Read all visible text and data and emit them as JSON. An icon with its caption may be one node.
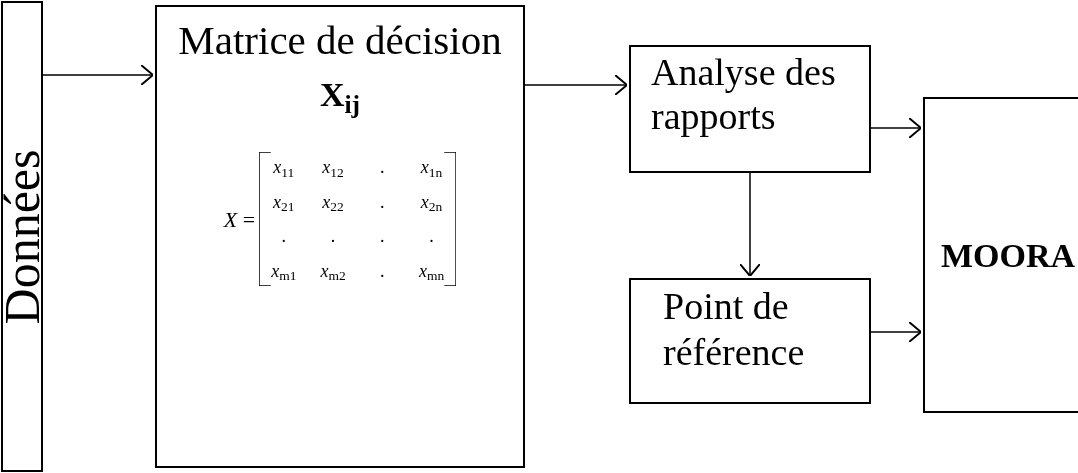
{
  "diagram": {
    "nodes": [
      {
        "text": [
          "Données"
        ]
      },
      {
        "text": [
          "Matrice de décision",
          "X$_{ij}$"
        ]
      },
      {
        "text": [
          "Analyse des rapports"
        ]
      },
      {
        "text": [
          "Point de référence"
        ]
      },
      {
        "text": [
          "MOORA"
        ]
      }
    ],
    "edges": [
      {
        "from": 0,
        "to": 1,
        "arrow": "to"
      },
      {
        "from": 1,
        "to": 2,
        "arrow": "to"
      },
      {
        "from": 2,
        "to": 3,
        "arrow": "to"
      },
      {
        "from": 2,
        "to": 4,
        "arrow": "to"
      },
      {
        "from": 3,
        "to": 4,
        "arrow": "to"
      }
    ],
    "labels": [
      "*X* =",
      "*x*$_{11}$",
      "*x*$_{12}$",
      ".",
      "*x*$_{1n}$",
      "*x*$_{21}$",
      "*x*$_{22}$",
      ".",
      "*x*$_{2n}$",
      ".",
      ".",
      ".",
      ".",
      "*x*$_{m1}$",
      "*x*$_{m2}$",
      ".",
      "*x*$_{mn}$"
    ]
  }
}
